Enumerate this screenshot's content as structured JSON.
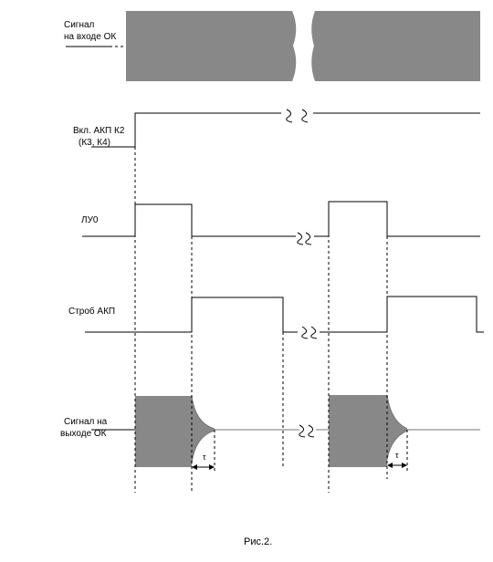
{
  "labels": {
    "input_signal": [
      "Сигнал",
      "на входе ОК"
    ],
    "akp_on": [
      "Вкл. АКП К2",
      "(К3, К4)"
    ],
    "lu0": "ЛУ0",
    "strobe": "Строб АКП",
    "output_signal": [
      "Сигнал на",
      "выходе ОК"
    ],
    "tau": "τ",
    "caption": "Рис.2."
  },
  "colors": {
    "fill": "#888888",
    "line": "#000000"
  }
}
